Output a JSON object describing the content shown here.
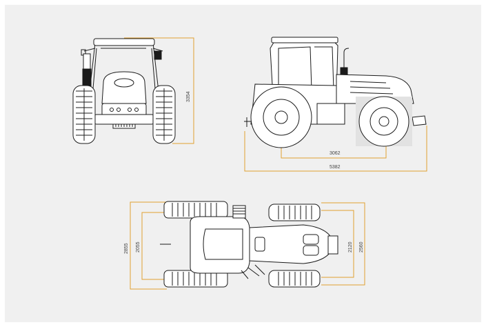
{
  "diagram": {
    "accent_color": "#e0a030",
    "background_color": "#f0f0f0",
    "front_view": {
      "height_label": "3354"
    },
    "side_view": {
      "wheelbase_label": "3062",
      "overall_length_label": "5382"
    },
    "top_view": {
      "outer_width_label": "2855",
      "inner_width_label": "2055",
      "front_track_inner_label": "2120",
      "front_track_outer_label": "2560"
    }
  }
}
